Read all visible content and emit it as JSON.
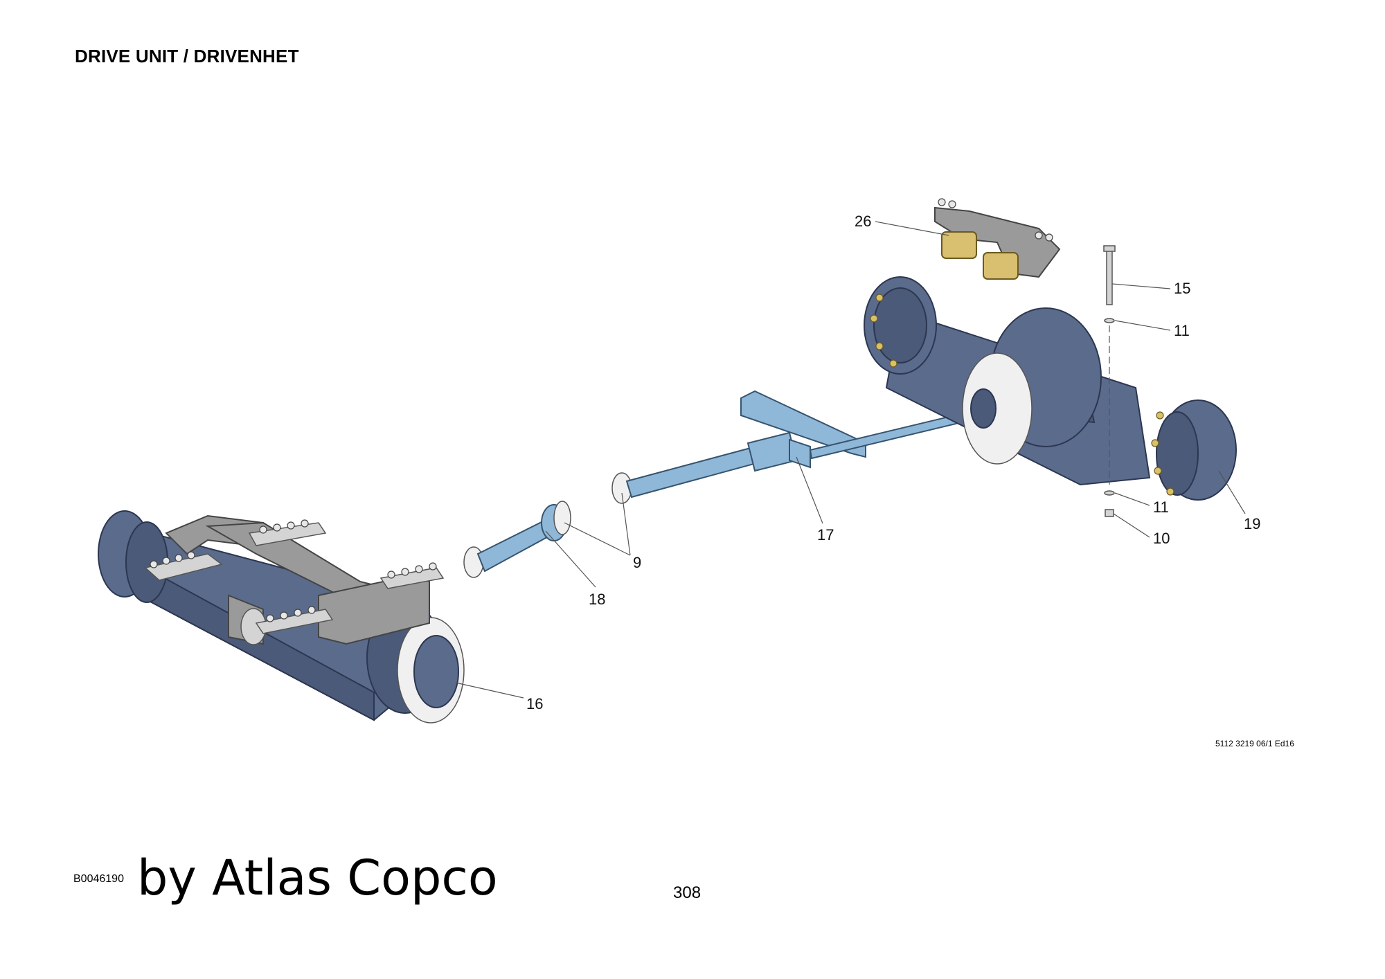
{
  "header": {
    "title": "DRIVE UNIT / DRIVENHET"
  },
  "footer": {
    "drawing_id": "B0046190",
    "publisher": "by Atlas Copco",
    "page_number": "308",
    "document_ref": "5112 3219 06/1 Ed16"
  },
  "callouts": {
    "c26": "26",
    "c15": "15",
    "c11a": "11",
    "c11b": "11",
    "c10": "10",
    "c19": "19",
    "c17": "17",
    "c9": "9",
    "c18": "18",
    "c16": "16"
  },
  "colors": {
    "axle_dark": "#5a6b8c",
    "shaft_light": "#8fb7d8",
    "frame_grey": "#9a9a9a",
    "pump_yellow": "#d8c070"
  }
}
